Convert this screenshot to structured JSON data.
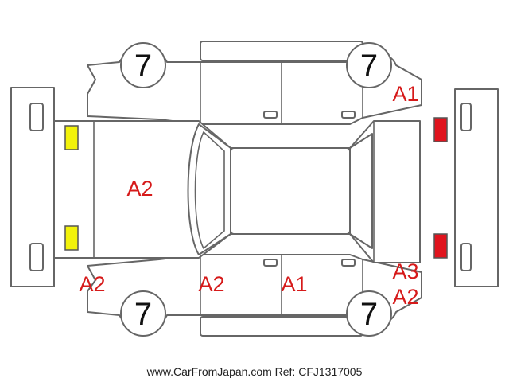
{
  "tires": {
    "front_left": "7",
    "front_right": "7",
    "rear_left": "7",
    "rear_right": "7"
  },
  "damage_marks": {
    "rear_door_right": "A1",
    "hood": "A2",
    "front_bumper_left": "A2",
    "front_door_left": "A2",
    "rear_door_left": "A1",
    "rear_quarter_left_top": "A3",
    "rear_quarter_left_bottom": "A2"
  },
  "lights": {
    "front_color": "#f2f20a",
    "rear_color": "#e0141e"
  },
  "footer": {
    "source": "www.CarFromJapan.com Ref: CFJ1317005"
  }
}
